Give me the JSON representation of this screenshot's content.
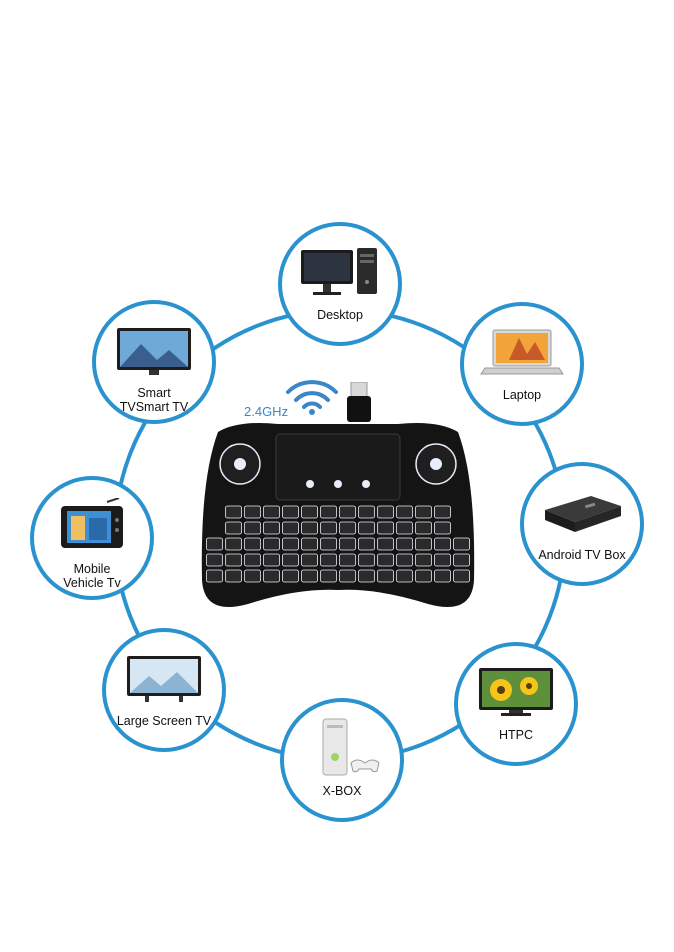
{
  "devices": {
    "desktop": "Desktop",
    "laptop": "Laptop",
    "smart_tv": "Smart\nTVSmart TV",
    "android_box": "Android TV Box",
    "mobile_tv": "Mobile\nVehicle Tv",
    "htpc": "HTPC",
    "large_tv": "Large Screen TV",
    "xbox": "X-BOX"
  },
  "frequency": "2.4GHz",
  "colors": {
    "ring": "#2a93cf",
    "accent_blue": "#3a86c8",
    "keyboard": "#141414",
    "key_glow": "#e8eef8"
  }
}
